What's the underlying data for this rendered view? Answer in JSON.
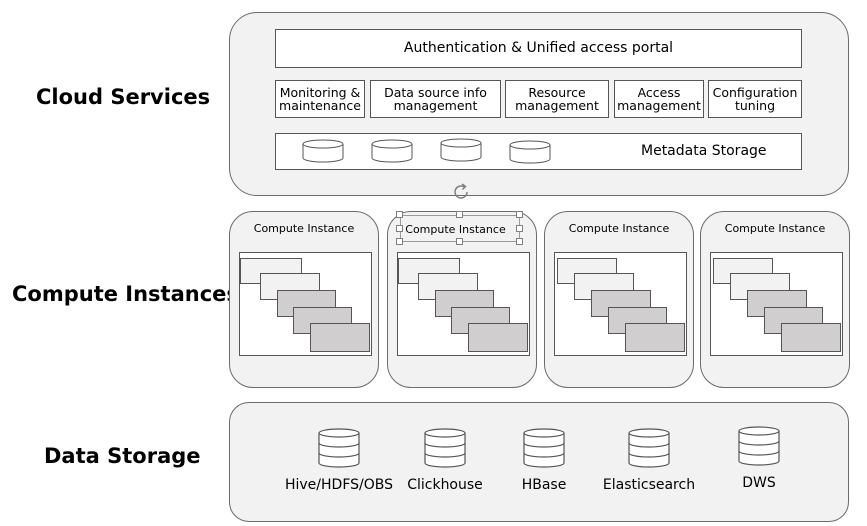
{
  "layers": {
    "cloud_services": "Cloud Services",
    "compute_instances": "Compute Instances",
    "data_storage": "Data Storage"
  },
  "cloud": {
    "portal": "Authentication & Unified access portal",
    "modules": [
      "Monitoring & maintenance",
      "Data source info management",
      "Resource management",
      "Access management",
      "Configuration tuning"
    ],
    "metadata_label": "Metadata Storage"
  },
  "compute": {
    "instances": [
      {
        "title": "Compute Instance"
      },
      {
        "title": "Compute Instance",
        "selected": true
      },
      {
        "title": "Compute Instance"
      },
      {
        "title": "Compute Instance"
      }
    ]
  },
  "storage": {
    "systems": [
      "Hive/HDFS/OBS",
      "Clickhouse",
      "HBase",
      "Elasticsearch",
      "DWS"
    ]
  },
  "colors": {
    "panel_fill": "#f2f2f2",
    "border": "#555555",
    "stack_light": "#f2f2f2",
    "stack_dark": "#d0cece"
  },
  "icons": {
    "metadata": "database-cylinder-icon",
    "storage": "database-stack-icon",
    "rotate": "rotate-handle-icon"
  }
}
